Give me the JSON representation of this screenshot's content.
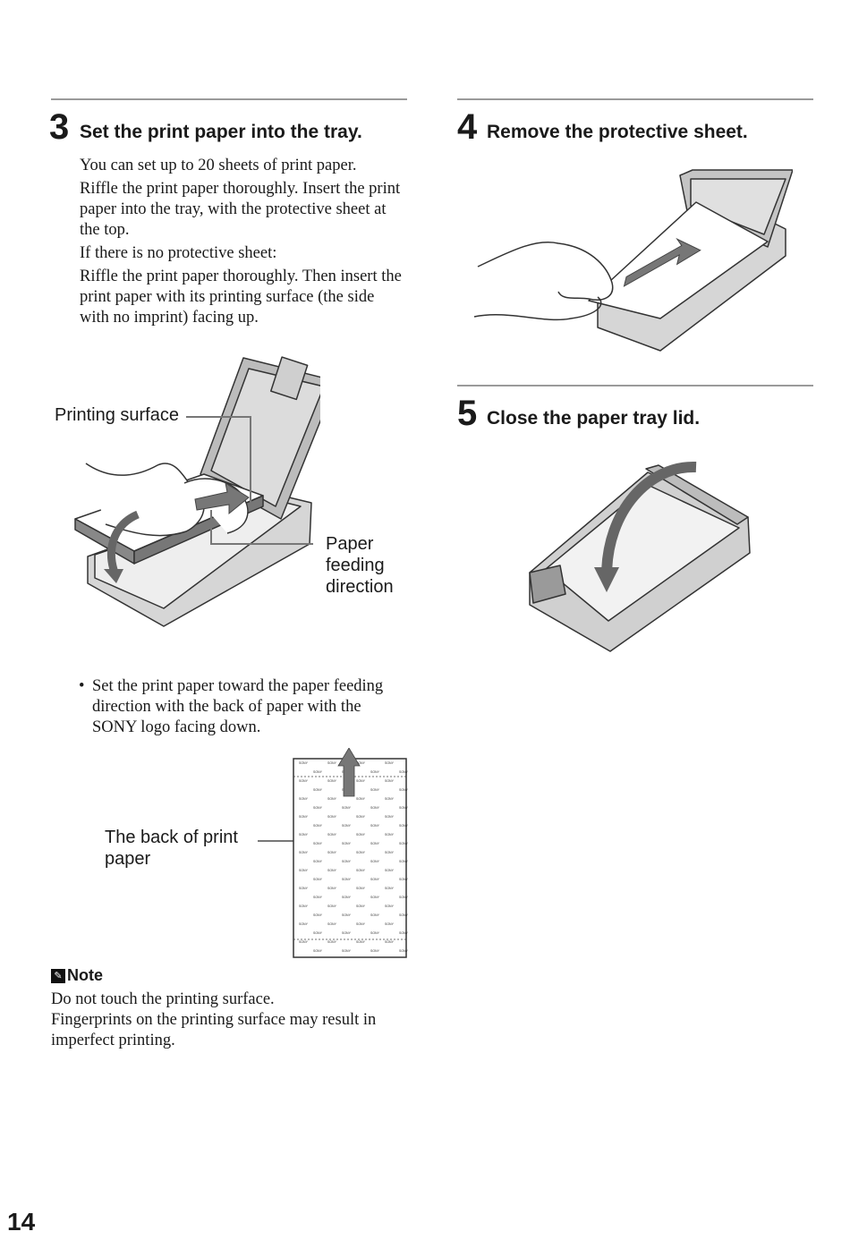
{
  "step3": {
    "number": "3",
    "title": "Set the print paper into the tray.",
    "p1": "You can set up to 20 sheets of print paper.",
    "p2": "Riffle the print paper thoroughly. Insert the print paper into the tray, with the protective sheet at the top.",
    "p3": "If there is no protective sheet:",
    "p4": "Riffle the print paper thoroughly. Then insert the print paper with its printing surface (the side with no imprint) facing up.",
    "label_printing_surface": "Printing surface",
    "label_paper_feeding": "Paper feeding direction",
    "bullet": "Set the print paper toward the paper feeding direction with the back of paper with the SONY logo facing down.",
    "label_back_of_paper": "The back of print paper",
    "sony_text": "SONY"
  },
  "note": {
    "icon": "note-icon",
    "title": "Note",
    "line1": "Do not touch the printing surface.",
    "line2": "Fingerprints on the printing surface may result in imperfect printing."
  },
  "step4": {
    "number": "4",
    "title": "Remove the protective sheet."
  },
  "step5": {
    "number": "5",
    "title": "Close the paper tray lid."
  },
  "page_number": "14"
}
